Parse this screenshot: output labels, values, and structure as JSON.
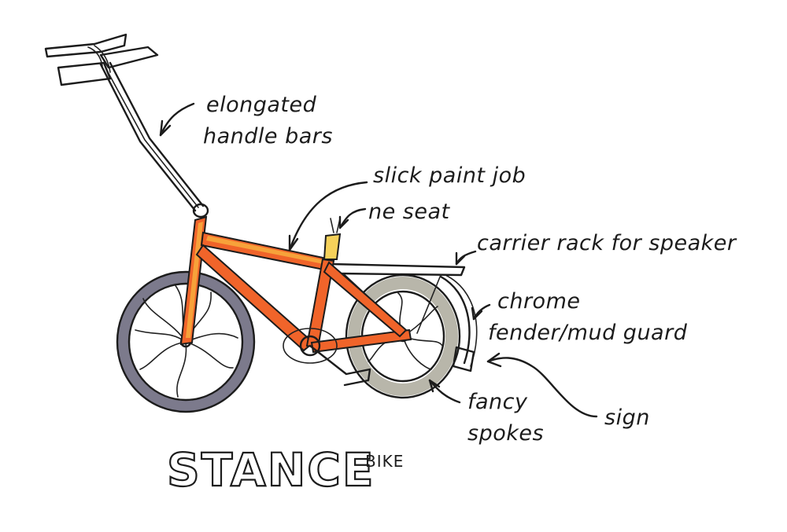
{
  "title": {
    "main": "STANCE",
    "sub": "BIKE"
  },
  "annotations": {
    "handlebars_line1": "elongated",
    "handlebars_line2": "handle bars",
    "paint": "slick paint job",
    "seat": "ne seat",
    "rack": "carrier rack for speaker",
    "fender_line1": "chrome",
    "fender_line2": "fender/mud guard",
    "sign": "sign",
    "spokes_line1": "fancy",
    "spokes_line2": "spokes"
  },
  "colors": {
    "frame": "#f0642a",
    "frame_highlight": "#f7a23a",
    "seat": "#f5d15a",
    "tire_front": "#7c7a8c",
    "tire_rear": "#b8b6aa",
    "ink": "#1c1c1c"
  }
}
